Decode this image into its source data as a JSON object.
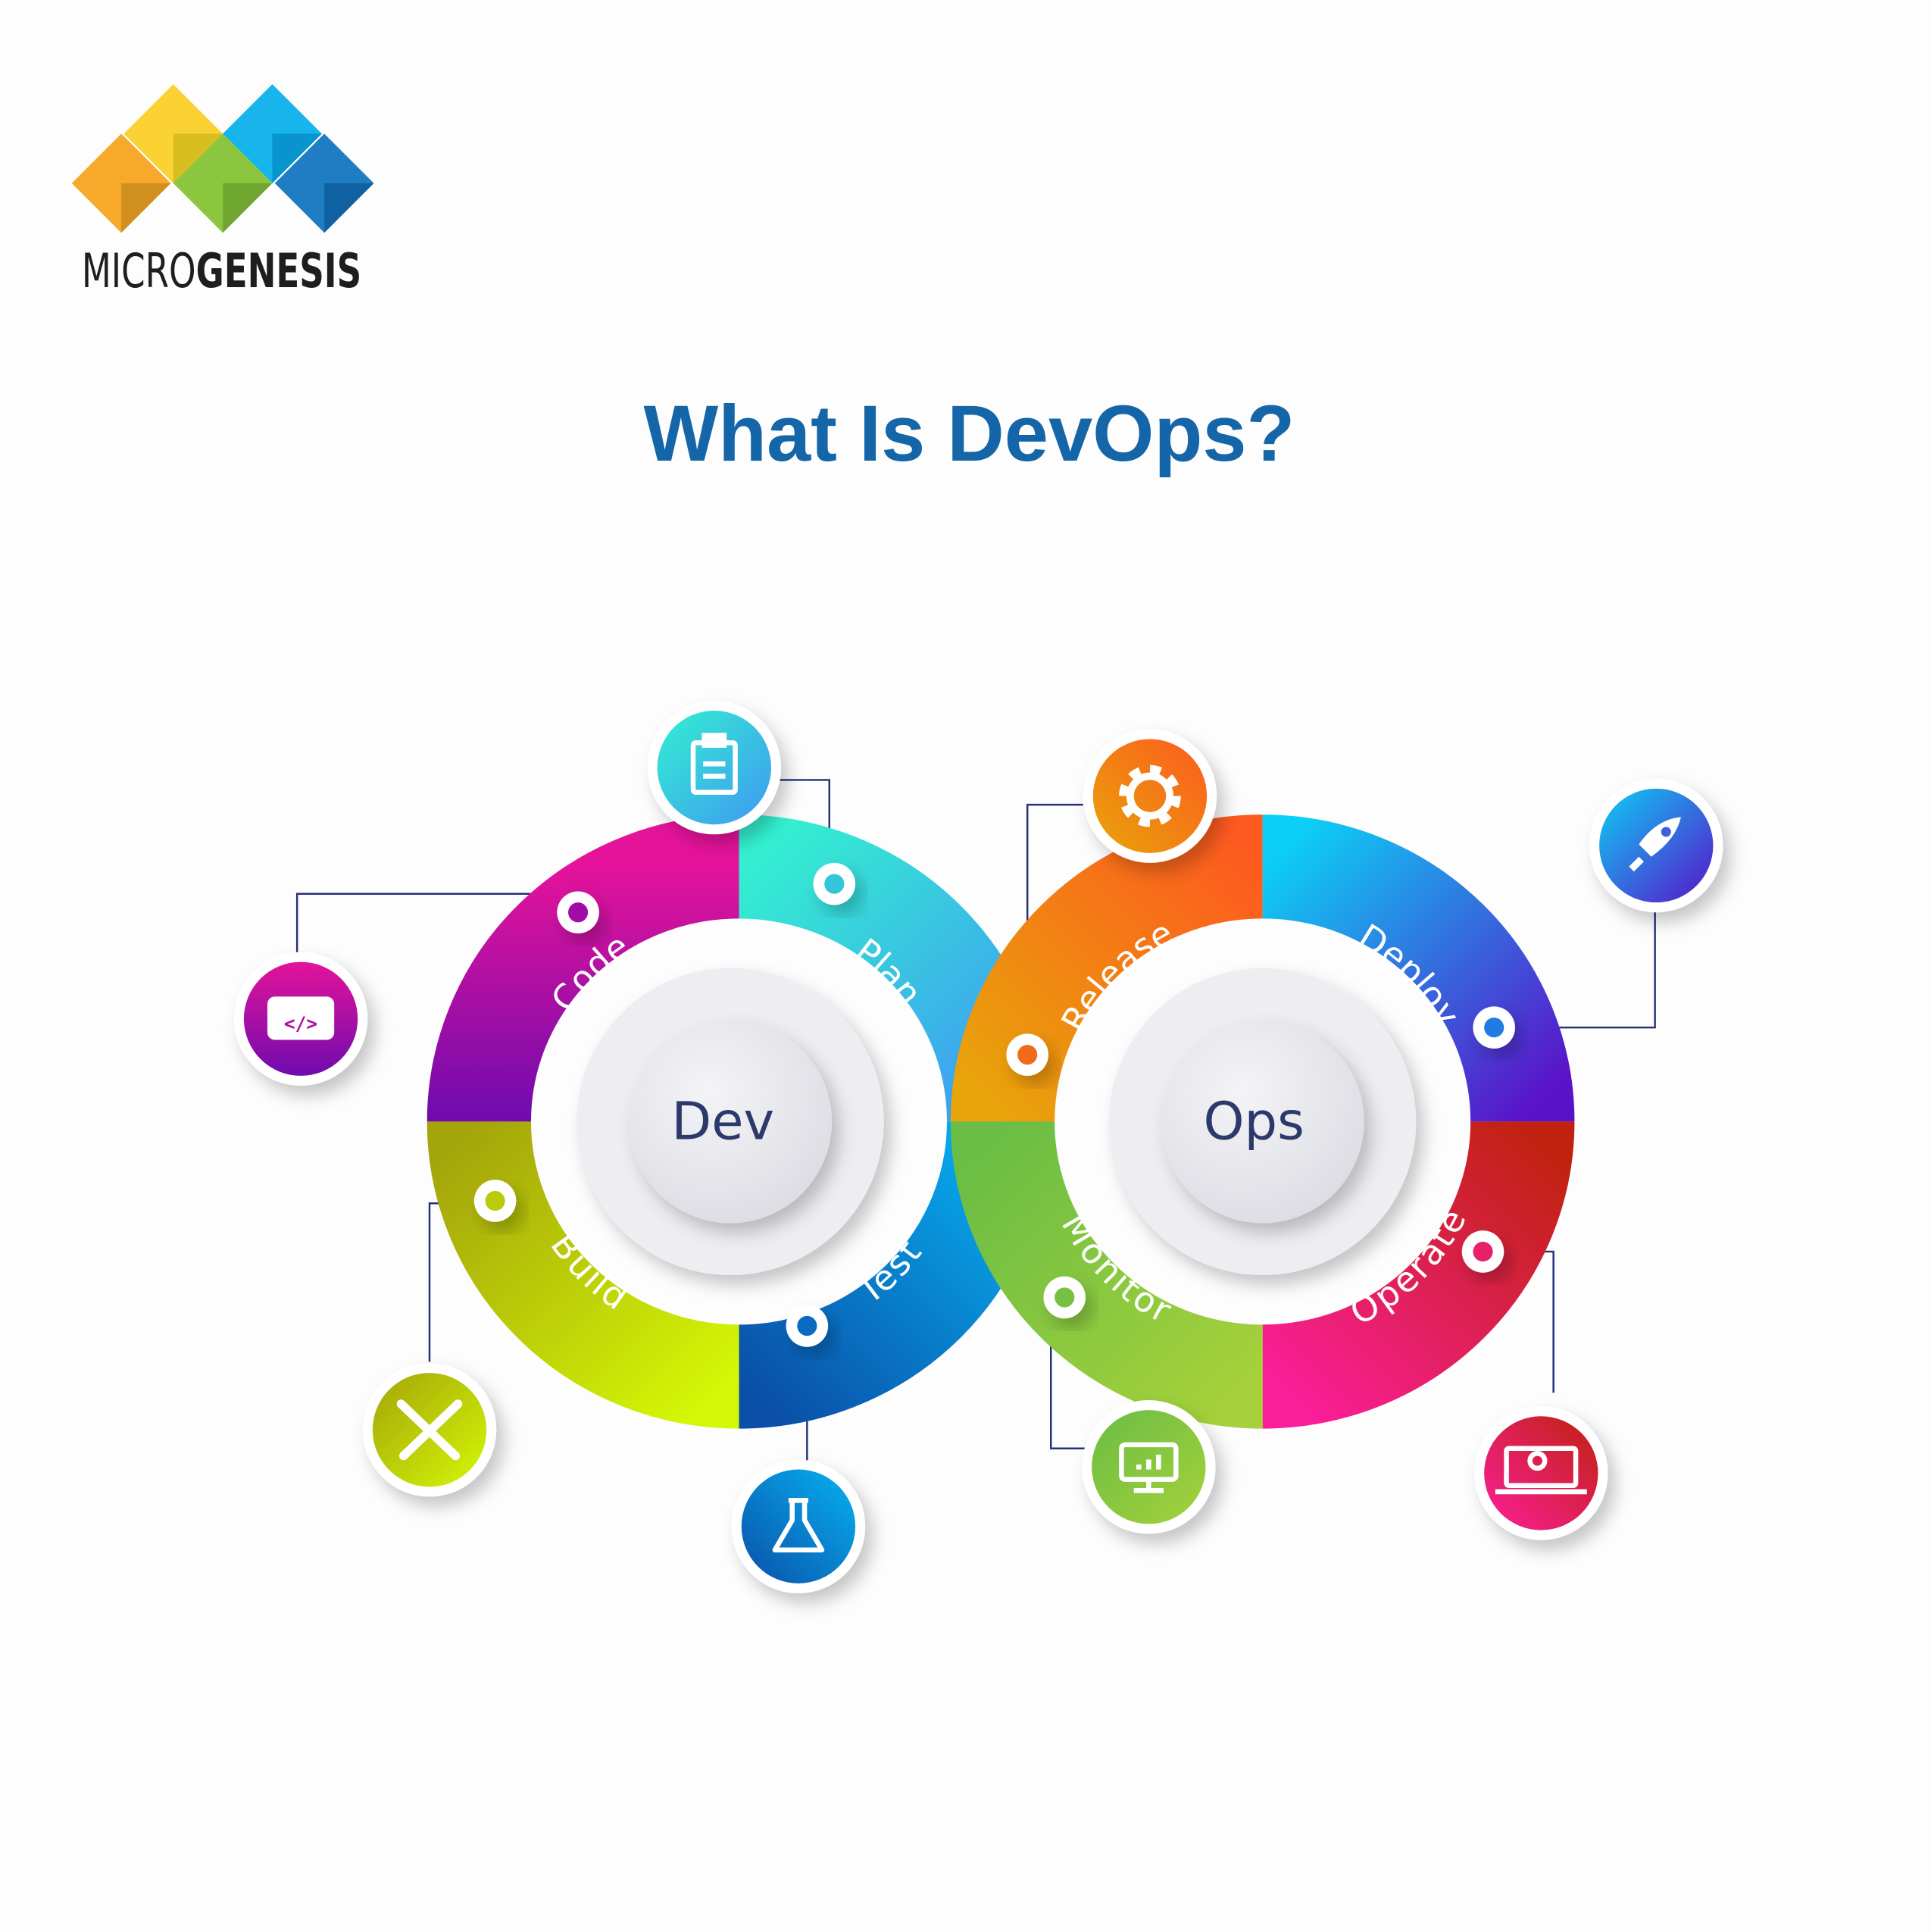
{
  "logo": {
    "text_light": "MICRO",
    "text_bold": "GENESIS",
    "colors": [
      "#fbd233",
      "#18b4ec",
      "#f6a92a",
      "#8cc63f",
      "#1f7dc4"
    ]
  },
  "title": "What Is DevOps?",
  "hubs": {
    "dev": "Dev",
    "ops": "Ops"
  },
  "stages": [
    {
      "label": "Code",
      "icon": "code-window-icon",
      "colors": [
        "#e4139a",
        "#6f0bae"
      ]
    },
    {
      "label": "Plan",
      "icon": "clipboard-icon",
      "colors": [
        "#33f0d0",
        "#3f98f3"
      ]
    },
    {
      "label": "Test",
      "icon": "flask-icon",
      "colors": [
        "#0a50a8",
        "#06b2f2"
      ]
    },
    {
      "label": "Build",
      "icon": "tools-icon",
      "colors": [
        "#a4a50a",
        "#d4f806"
      ]
    },
    {
      "label": "Release",
      "icon": "gear-icon",
      "colors": [
        "#e8a40a",
        "#fd5a1f"
      ]
    },
    {
      "label": "Deploy",
      "icon": "rocket-icon",
      "colors": [
        "#0ccff5",
        "#5a12c9"
      ]
    },
    {
      "label": "Operate",
      "icon": "laptop-gear-icon",
      "colors": [
        "#fb1e9a",
        "#c0220f"
      ]
    },
    {
      "label": "Monitor",
      "icon": "monitor-chart-icon",
      "colors": [
        "#6abd45",
        "#a6d13a"
      ]
    }
  ]
}
